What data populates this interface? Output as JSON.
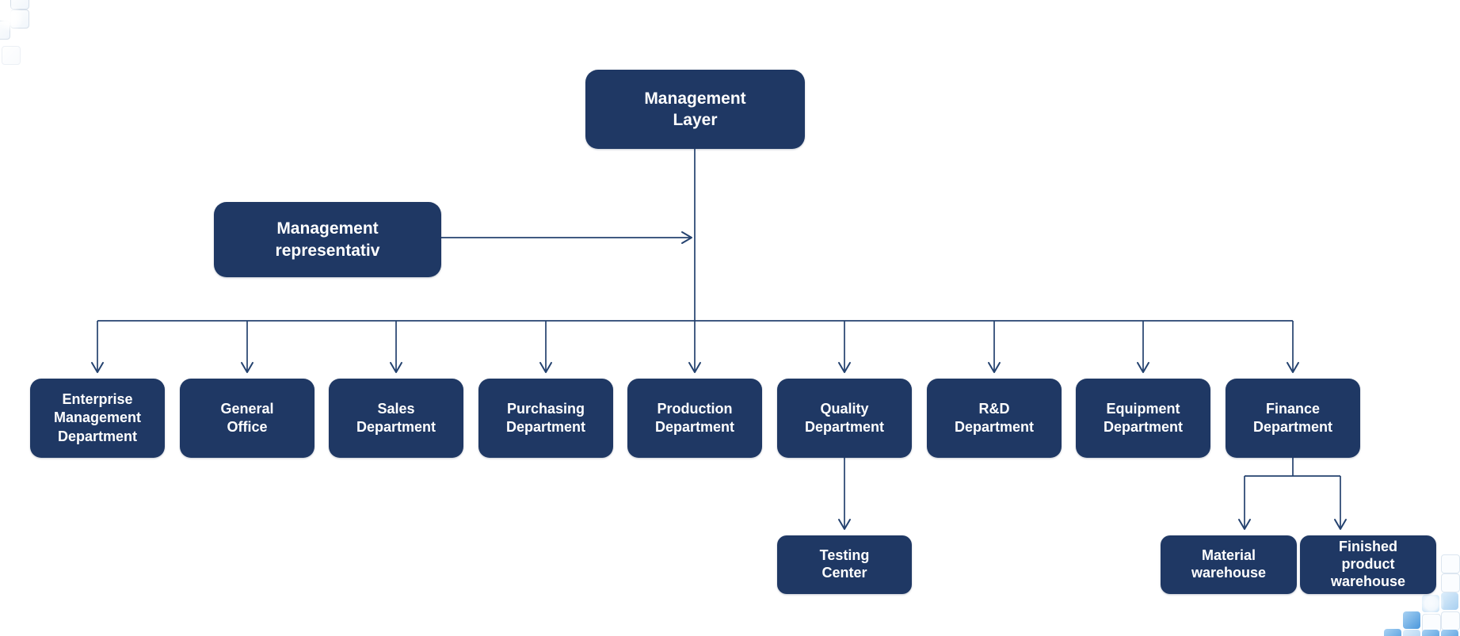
{
  "theme": {
    "background": "#FFFFFF",
    "node_fill": "#1F3864",
    "node_text": "#FFFFFF",
    "connector": "#24426F",
    "decor_blue": "#4A97DC",
    "decor_blue_light": "#C6E0F7"
  },
  "diagram": {
    "type": "org-chart",
    "nodes": {
      "management_layer": {
        "label": "Management\nLayer"
      },
      "management_representative": {
        "label": "Management\nrepresentativ"
      },
      "enterprise_management_department": {
        "label": "Enterprise\nManagement\nDepartment"
      },
      "general_office": {
        "label": "General\nOffice"
      },
      "sales_department": {
        "label": "Sales\nDepartment"
      },
      "purchasing_department": {
        "label": "Purchasing\nDepartment"
      },
      "production_department": {
        "label": "Production\nDepartment"
      },
      "quality_department": {
        "label": "Quality\nDepartment"
      },
      "rd_department": {
        "label": "R&D\nDepartment"
      },
      "equipment_department": {
        "label": "Equipment\nDepartment"
      },
      "finance_department": {
        "label": "Finance\nDepartment"
      },
      "testing_center": {
        "label": "Testing\nCenter"
      },
      "material_warehouse": {
        "label": "Material\nwarehouse"
      },
      "finished_product_warehouse": {
        "label": "Finished\nproduct\nwarehouse"
      }
    },
    "edges": [
      {
        "from": "management_representative",
        "to": "management_layer",
        "style": "horizontal-arrow-into-trunk"
      },
      {
        "from": "management_layer",
        "to": "enterprise_management_department"
      },
      {
        "from": "management_layer",
        "to": "general_office"
      },
      {
        "from": "management_layer",
        "to": "sales_department"
      },
      {
        "from": "management_layer",
        "to": "purchasing_department"
      },
      {
        "from": "management_layer",
        "to": "production_department"
      },
      {
        "from": "management_layer",
        "to": "quality_department"
      },
      {
        "from": "management_layer",
        "to": "rd_department"
      },
      {
        "from": "management_layer",
        "to": "equipment_department"
      },
      {
        "from": "management_layer",
        "to": "finance_department"
      },
      {
        "from": "quality_department",
        "to": "testing_center"
      },
      {
        "from": "finance_department",
        "to": "material_warehouse"
      },
      {
        "from": "finance_department",
        "to": "finished_product_warehouse"
      }
    ]
  }
}
